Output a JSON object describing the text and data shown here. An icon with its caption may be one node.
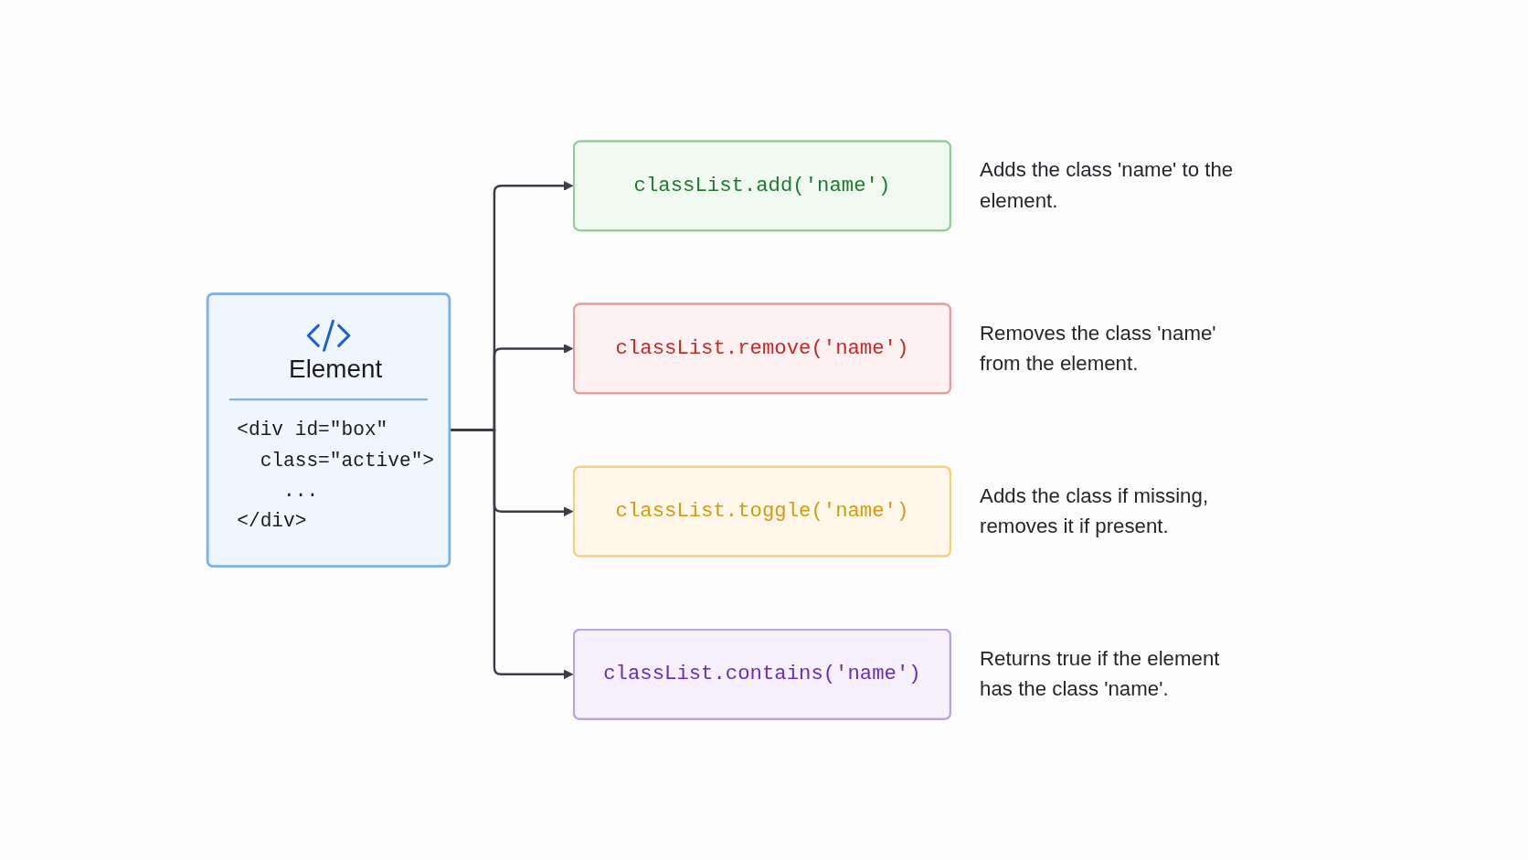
{
  "diagram": {
    "nodes": [
      {
        "text": [
          "Element",
          "<div id=\"box\"",
          "class=\"active\">",
          "...",
          "</div>"
        ]
      },
      {
        "text": [
          "classList.add('name')"
        ],
        "beside": [
          "Adds the class 'name' to the element."
        ]
      },
      {
        "text": [
          "classList.remove('name')"
        ],
        "beside": [
          "Removes the class 'name' from the element."
        ]
      },
      {
        "text": [
          "classList.toggle('name')"
        ],
        "beside": [
          "Adds the class if missing, removes it if present."
        ]
      },
      {
        "text": [
          "classList.contains('name')"
        ],
        "beside": [
          "Returns true if the element has the class 'name'."
        ]
      }
    ],
    "edges": [
      {
        "from": 0,
        "to": 1,
        "arrow": "to"
      },
      {
        "from": 0,
        "to": 2,
        "arrow": "to"
      },
      {
        "from": 0,
        "to": 3,
        "arrow": "to"
      },
      {
        "from": 0,
        "to": 4,
        "arrow": "to"
      }
    ]
  }
}
